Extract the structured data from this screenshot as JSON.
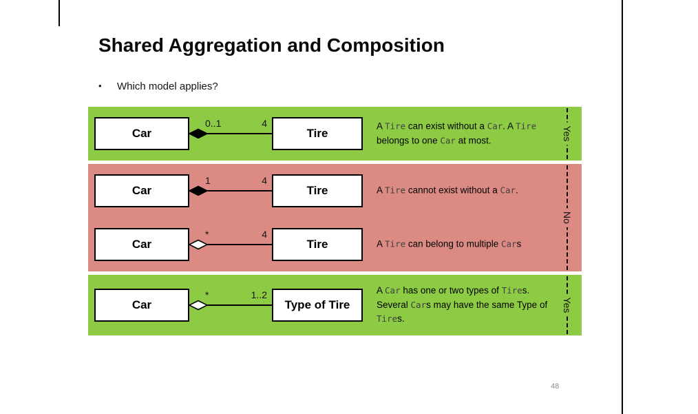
{
  "slide": {
    "title": "Shared Aggregation and Composition",
    "bullet_marker": "•",
    "bullet_text": "Which model applies?",
    "page_number": "48"
  },
  "colors": {
    "green_band": "#8ecb45",
    "red_band": "#dc8b84",
    "box_fill": "#ffffff",
    "box_border": "#000000",
    "mono_text": "#3f3f3f"
  },
  "bands": [
    {
      "verdict": "Yes",
      "color_key": "green_band",
      "rows": [
        {
          "left_class": "Car",
          "right_class": "Tire",
          "diamond": "filled",
          "left_multiplicity": "0..1",
          "right_multiplicity": "4",
          "description": [
            {
              "t": "A "
            },
            {
              "t": "Tire",
              "mono": true
            },
            {
              "t": " can exist without a "
            },
            {
              "t": "Car",
              "mono": true
            },
            {
              "t": ". A "
            },
            {
              "t": "Tire",
              "mono": true
            },
            {
              "t": " belongs to one "
            },
            {
              "t": "Car",
              "mono": true
            },
            {
              "t": " at most."
            }
          ]
        }
      ]
    },
    {
      "verdict": "No",
      "color_key": "red_band",
      "rows": [
        {
          "left_class": "Car",
          "right_class": "Tire",
          "diamond": "filled",
          "left_multiplicity": "1",
          "right_multiplicity": "4",
          "description": [
            {
              "t": "A "
            },
            {
              "t": "Tire",
              "mono": true
            },
            {
              "t": " cannot exist without a "
            },
            {
              "t": "Car",
              "mono": true
            },
            {
              "t": "."
            }
          ]
        },
        {
          "left_class": "Car",
          "right_class": "Tire",
          "diamond": "hollow",
          "left_multiplicity": "*",
          "right_multiplicity": "4",
          "description": [
            {
              "t": "A "
            },
            {
              "t": "Tire",
              "mono": true
            },
            {
              "t": " can belong to multiple "
            },
            {
              "t": "Car",
              "mono": true
            },
            {
              "t": "s"
            }
          ]
        }
      ]
    },
    {
      "verdict": "Yes",
      "color_key": "green_band",
      "rows": [
        {
          "left_class": "Car",
          "right_class": "Type of Tire",
          "diamond": "hollow",
          "left_multiplicity": "*",
          "right_multiplicity": "1..2",
          "description": [
            {
              "t": "A "
            },
            {
              "t": "Car",
              "mono": true
            },
            {
              "t": " has one or two types of "
            },
            {
              "t": "Tire",
              "mono": true
            },
            {
              "t": "s. Several "
            },
            {
              "t": "Car",
              "mono": true
            },
            {
              "t": "s may have the same Type of "
            },
            {
              "t": "Tire",
              "mono": true
            },
            {
              "t": "s."
            }
          ]
        }
      ]
    }
  ]
}
